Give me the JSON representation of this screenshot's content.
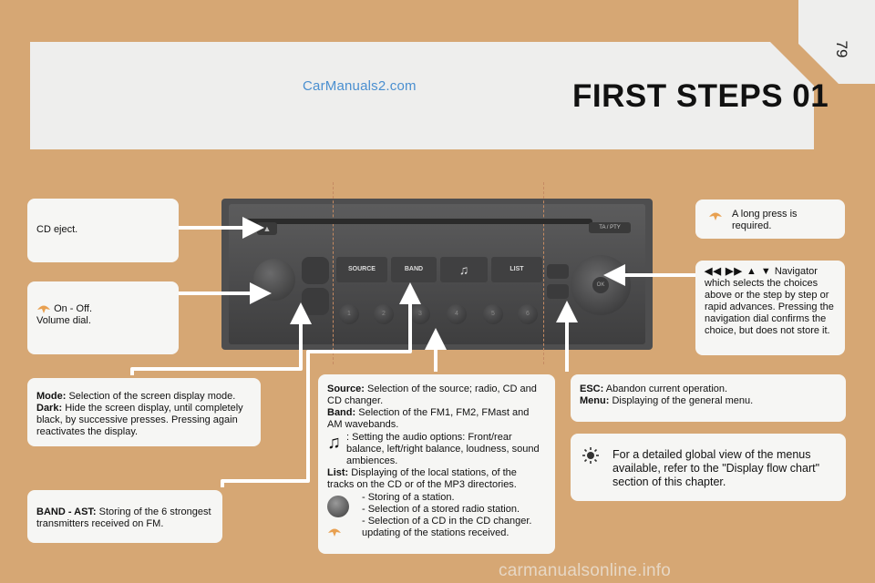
{
  "page_number": "79",
  "watermark_top": "CarManuals2.com",
  "watermark_bottom": "carmanualsonline.info",
  "title": "FIRST STEPS 01",
  "cd_eject": "CD eject.",
  "on_off": "On - Off.",
  "volume": "Volume dial.",
  "mode": {
    "label": "Mode:",
    "text": "Selection of the screen display mode."
  },
  "dark": {
    "label": "Dark:",
    "text": "Hide the screen display, until completely black, by successive presses. Pressing again reactivates the display."
  },
  "band_ast": {
    "label": "BAND - AST:",
    "text": "Storing of the 6 strongest transmitters received on FM."
  },
  "source": {
    "label": "Source:",
    "text": "Selection of the source; radio, CD and CD changer."
  },
  "band": {
    "label": "Band:",
    "text": "Selection of the FM1, FM2, FMast and AM wavebands."
  },
  "audio": ": Setting the audio options: Front/rear balance, left/right balance, loudness, sound ambiences.",
  "list": {
    "label": "List:",
    "text": "Displaying of the local stations, of the tracks on the CD or of the MP3 directories."
  },
  "presets": [
    "- Storing of a station.",
    "- Selection of a stored radio station.",
    "- Selection of a CD in the CD changer."
  ],
  "updating": "updating of the stations received.",
  "esc": {
    "label": "ESC:",
    "text": "Abandon current operation."
  },
  "menu": {
    "label": "Menu:",
    "text": "Displaying of the general menu."
  },
  "detail": "For a detailed global view of the menus available, refer to the \"Display flow chart\" section of this chapter.",
  "long_press": "A long press is required.",
  "nav_symbols": "◀◀ ▶▶ ▲ ▼",
  "navigator": "Navigator which selects the choices above or the step by step or rapid advances. Pressing the navigation dial confirms the choice, but does not store it.",
  "radio": {
    "source_btn": "SOURCE",
    "band_btn": "BAND",
    "music_btn": "♫",
    "list_btn": "LIST",
    "ta_btn": "TA / PTY",
    "eject_btn": "▲",
    "presets": [
      "1",
      "2",
      "3",
      "4",
      "5",
      "6"
    ],
    "ok": "OK"
  },
  "colors": {
    "background": "#d6a774",
    "card": "#f6f6f4",
    "arrow": "#ffffff",
    "watermark_top": "#4a8fd0"
  }
}
